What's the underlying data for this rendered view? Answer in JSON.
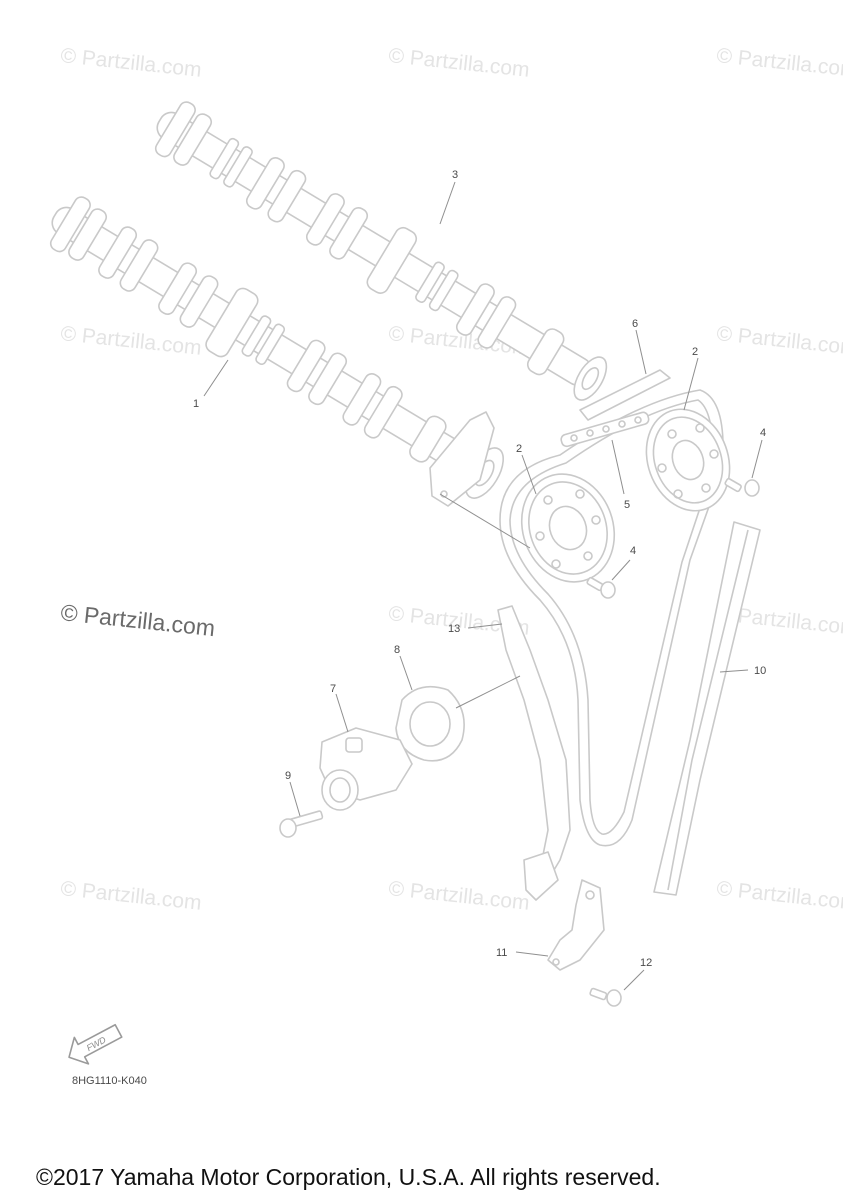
{
  "diagram_code": "8HG1110-K040",
  "copyright": "©2017 Yamaha Motor Corporation, U.S.A. All rights reserved.",
  "watermark": "© Partzilla.com",
  "fwd_label": "FWD",
  "callouts": [
    {
      "id": "1",
      "part": "camshaft-1"
    },
    {
      "id": "2",
      "part": "cam-sprocket-a"
    },
    {
      "id": "2",
      "part": "cam-sprocket-b"
    },
    {
      "id": "3",
      "part": "camshaft-2"
    },
    {
      "id": "4",
      "part": "bolt-a"
    },
    {
      "id": "4",
      "part": "bolt-b"
    },
    {
      "id": "5",
      "part": "timing-chain"
    },
    {
      "id": "6",
      "part": "chain-guide-top"
    },
    {
      "id": "7",
      "part": "chain-tensioner"
    },
    {
      "id": "8",
      "part": "tensioner-gasket"
    },
    {
      "id": "9",
      "part": "tensioner-bolt"
    },
    {
      "id": "10",
      "part": "chain-guide-exhaust"
    },
    {
      "id": "11",
      "part": "stopper-guide"
    },
    {
      "id": "12",
      "part": "stopper-bolt"
    },
    {
      "id": "13",
      "part": "chain-guide-intake"
    }
  ]
}
